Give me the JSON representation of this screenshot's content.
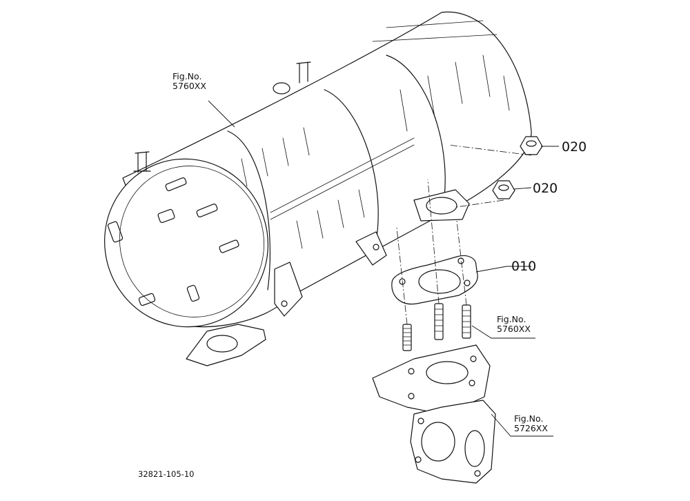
{
  "drawing_code": "32821-105-10",
  "callouts": [
    {
      "id": "ref-5760-top",
      "line1": "Fig.No.",
      "line2": "5760XX"
    },
    {
      "id": "ref-5760-right",
      "line1": "Fig.No.",
      "line2": "5760XX"
    },
    {
      "id": "ref-5726",
      "line1": "Fig.No.",
      "line2": "5726XX"
    }
  ],
  "parts": [
    {
      "number": "010",
      "name": "gasket"
    },
    {
      "number": "020",
      "name": "flange-nut"
    },
    {
      "number": "020",
      "name": "flange-nut"
    }
  ]
}
